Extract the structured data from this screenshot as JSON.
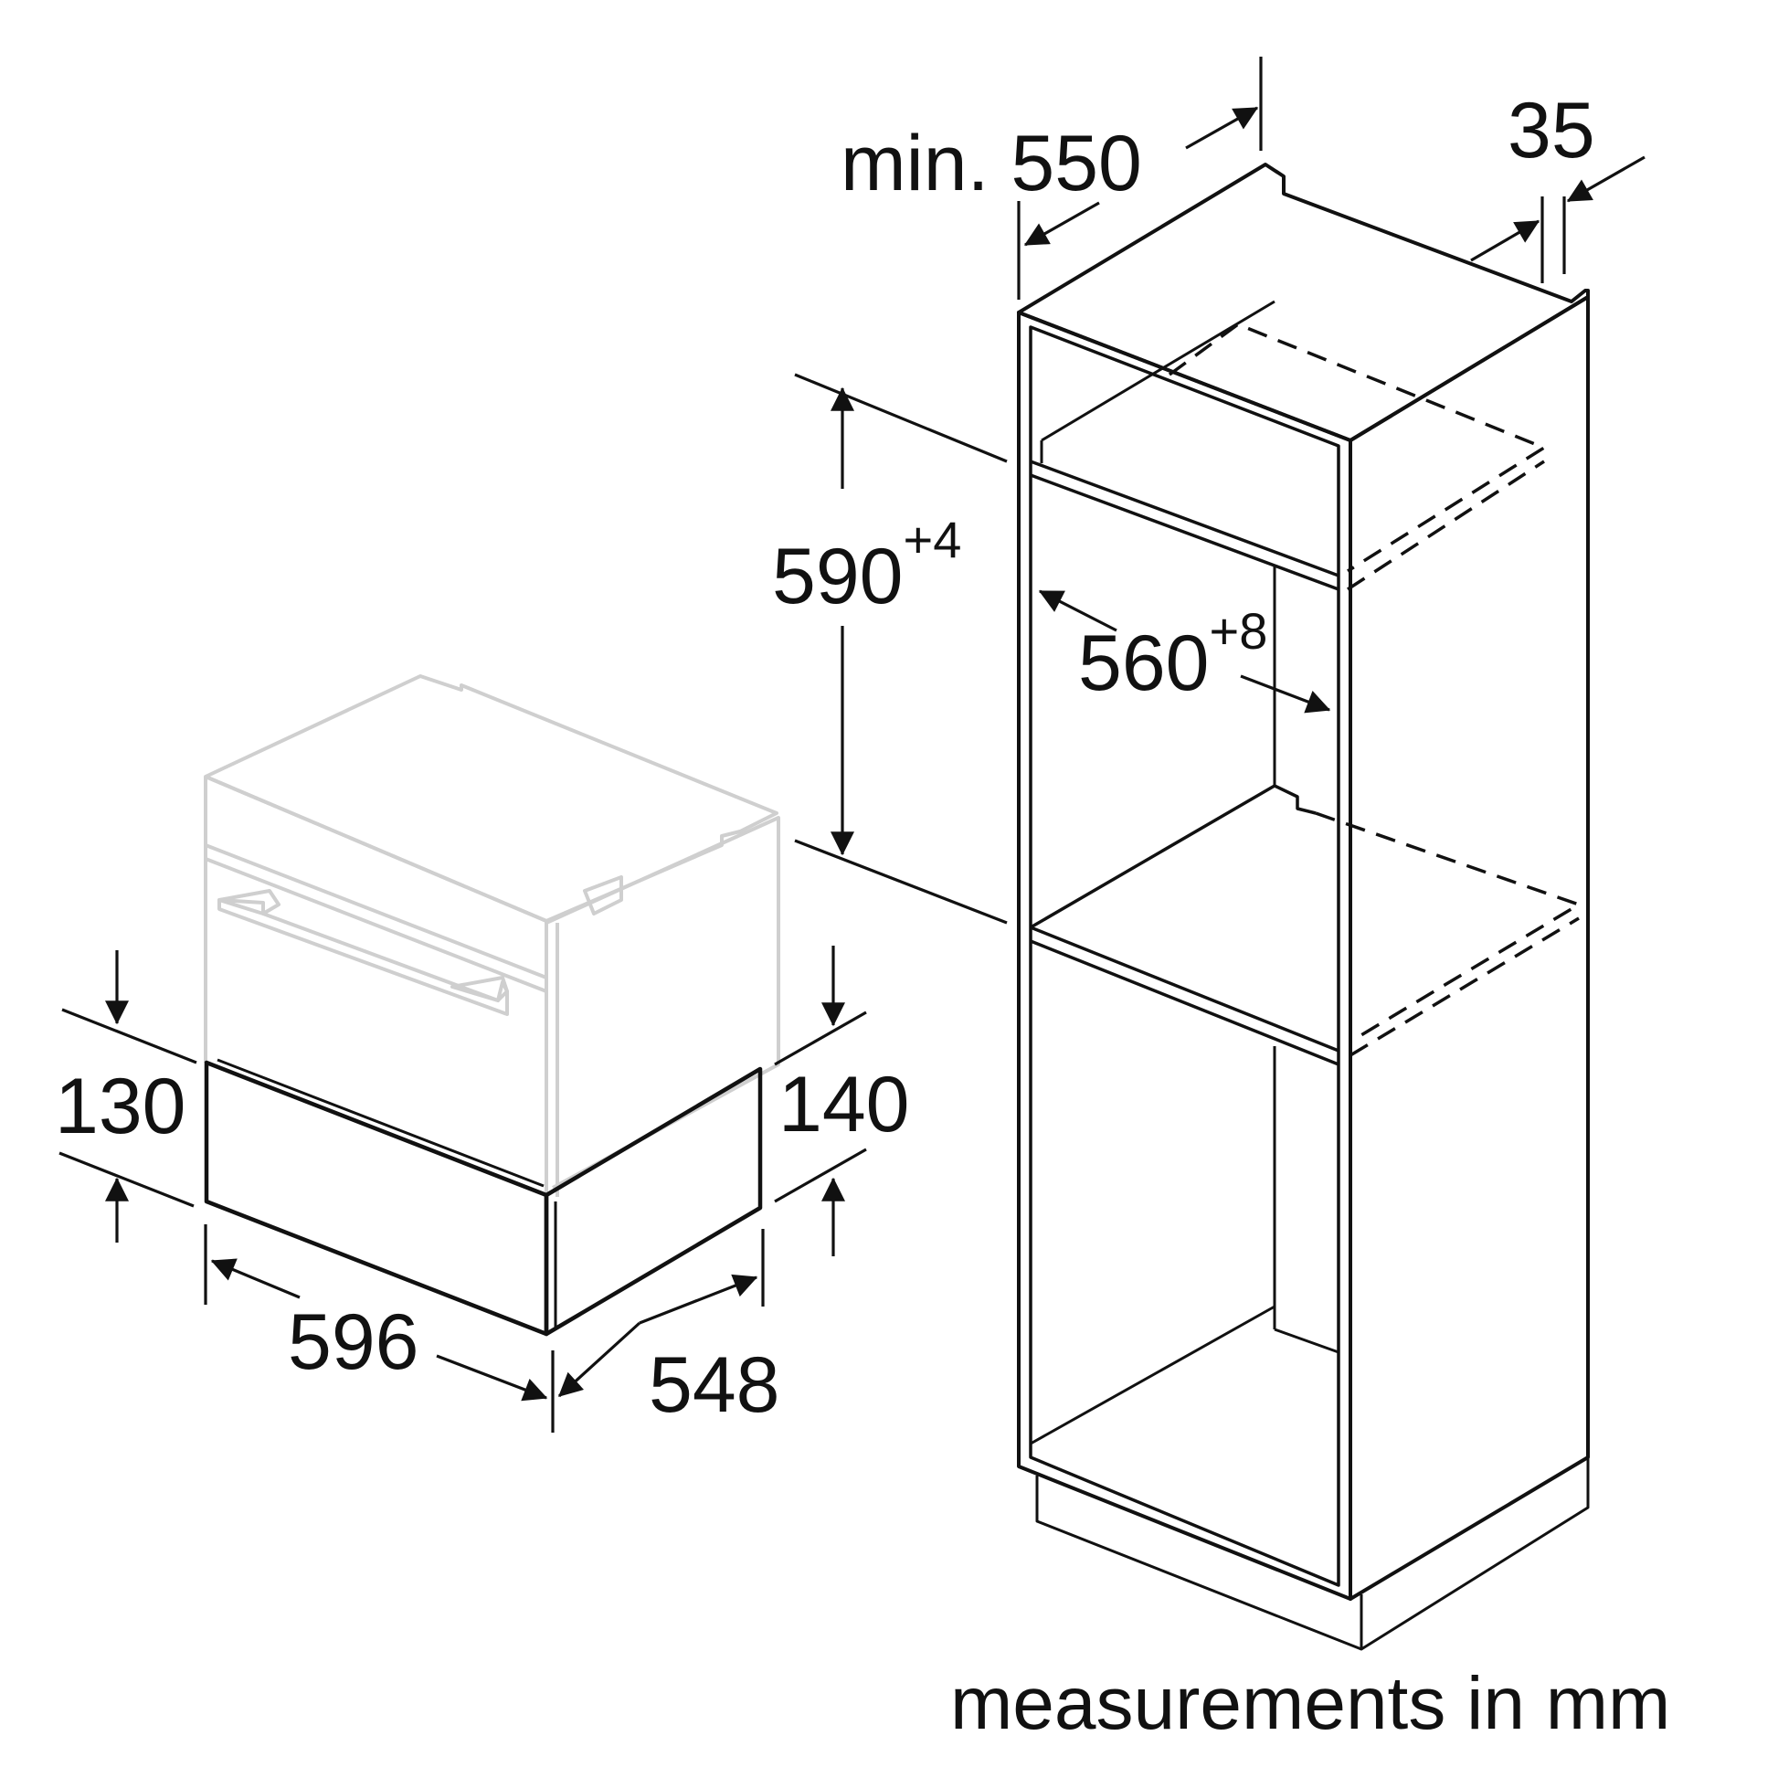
{
  "dimensions": {
    "min_550": "min. 550",
    "d35": "35",
    "d590": "590",
    "d590_tol": "+4",
    "d560": "560",
    "d560_tol": "+8",
    "d130": "130",
    "d140": "140",
    "d596": "596",
    "d548": "548"
  },
  "footer": "measurements in mm",
  "colors": {
    "line": "#111111",
    "appliance": "#cfcfcf"
  }
}
